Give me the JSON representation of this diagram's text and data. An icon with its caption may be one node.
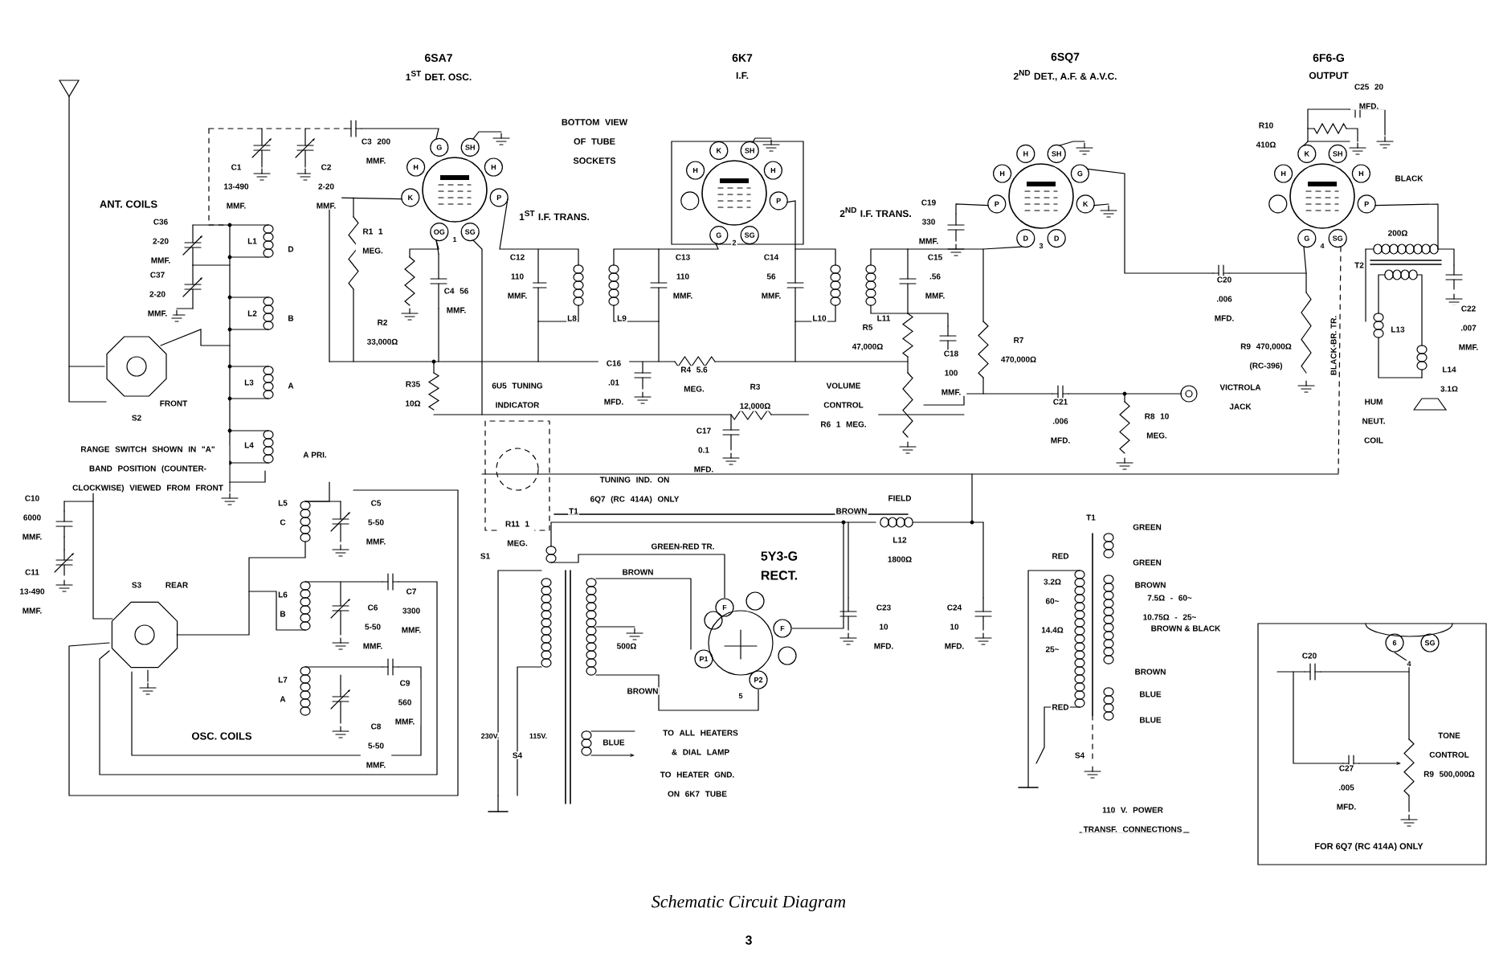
{
  "diagram": {
    "caption": "Schematic Circuit Diagram",
    "labels": [
      "6SA7",
      "1$^{ST}$ DET. OSC.",
      "6K7",
      "I.F.",
      "6SQ7",
      "2$^{ND}$ DET., A.F. & A.V.C.",
      "6F6-G",
      "OUTPUT",
      "BOTTOM VIEW OF TUBE SOCKETS",
      "ANT. COILS",
      "C1 13-490 MMF.",
      "C2 2-20 MMF.",
      "C3 200 MMF.",
      "C36 2-20 MMF.",
      "C37 2-20 MMF.",
      "L1",
      "D",
      "L2",
      "B",
      "L3",
      "A",
      "L4",
      "A PRI.",
      "S2",
      "FRONT",
      "RANGE SWITCH SHOWN IN \"A\" BAND POSITION (COUNTER-CLOCKWISE) VIEWED FROM FRONT",
      "R1 1 MEG.",
      "R2 33,000Ω",
      "C4 56 MMF.",
      "R35 10Ω",
      "6U5 TUNING INDICATOR",
      "1$^{ST}$ I.F. TRANS.",
      "C12 110 MMF.",
      "C13 110 MMF.",
      "L8",
      "L9",
      "C16 .01 MFD.",
      "R4 5.6 MEG.",
      "R3 12,000Ω",
      "C17 0.1 MFD.",
      "2$^{ND}$ I.F. TRANS.",
      "C14 56 MMF.",
      "L10",
      "L11",
      "C19 330 MMF.",
      "C15 .56 MMF.",
      "R5 47,000Ω",
      "C18 100 MMF.",
      "R7 470,000Ω",
      "VOLUME CONTROL R6 1 MEG.",
      "C20 .006 MFD.",
      "C21 .006 MFD.",
      "R8 10 MEG.",
      "VICTROLA JACK",
      "C25 20 MFD.",
      "R10 410Ω",
      "BLACK",
      "200Ω",
      "T2",
      "C22 .007 MMF.",
      "R9 470,000Ω (RC-396)",
      "BLACK-BR. TR.",
      "L13",
      "L14 3.1Ω",
      "HUM NEUT. COIL",
      "C10 6000 MMF.",
      "C11 13-490 MMF.",
      "S3",
      "REAR",
      "L5",
      "C",
      "C5 5-50 MMF.",
      "L6",
      "B",
      "C6 5-50 MMF.",
      "C7 3300 MMF.",
      "L7",
      "A",
      "C9 560 MMF.",
      "C8 5-50 MMF.",
      "OSC. COILS",
      "TUNING IND. ON 6Q7 (RC 414A) ONLY",
      "R11 1 MEG.",
      "S1",
      "T1",
      "GREEN-RED TR.",
      "5Y3-G RECT.",
      "BROWN",
      "FIELD",
      "L12 1800Ω",
      "BROWN",
      "500Ω",
      "BROWN",
      "C23 10 MFD.",
      "C24 10 MFD.",
      "BLUE",
      "TO ALL HEATERS & DIAL LAMP",
      "TO HEATER GND. ON 6K7 TUBE",
      "230V.",
      "115V.",
      "S4",
      "T1",
      "GREEN",
      "GREEN",
      "RED",
      "BROWN",
      "3.2Ω 60~",
      "7.5Ω - 60~ 10.75Ω - 25~",
      "BROWN & BLACK",
      "14.4Ω 25~",
      "BROWN",
      "BLUE",
      "RED",
      "BLUE",
      "S4",
      "110 V. POWER TRANSF. CONNECTIONS",
      "C20",
      "C27 .005 MFD.",
      "TONE CONTROL R9 500,000Ω",
      "FOR 6Q7 (RC 414A) ONLY",
      "G",
      "SH",
      "H",
      "H",
      "K",
      "P",
      "OG",
      "SG",
      "1",
      "K",
      "SH",
      "H",
      "H",
      "P",
      "G",
      "SG",
      "2",
      "H",
      "SH",
      "H",
      "G",
      "P",
      "K",
      "D",
      "D",
      "3",
      "K",
      "SH",
      "H",
      "H",
      "P",
      "G",
      "SG",
      "4",
      "F",
      "F",
      "P1",
      "P2",
      "5",
      "6",
      "SG",
      "4",
      "3"
    ]
  }
}
